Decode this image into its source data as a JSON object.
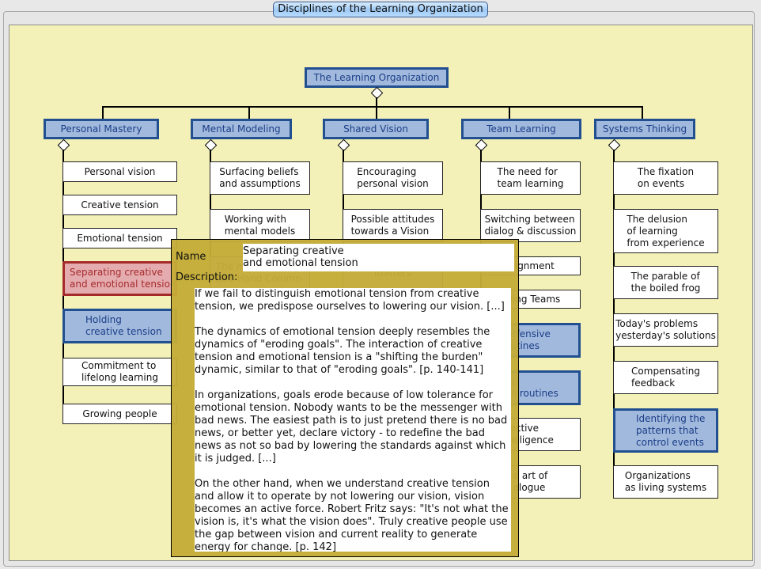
{
  "window": {
    "title": "Disciplines of the Learning Organization"
  },
  "root": {
    "label": "The Learning Organization"
  },
  "disciplines": [
    {
      "label": "Personal Mastery",
      "items": [
        {
          "label": "Personal vision",
          "state": "normal"
        },
        {
          "label": "Creative tension",
          "state": "normal"
        },
        {
          "label": "Emotional tension",
          "state": "normal"
        },
        {
          "label": "Separating creative\nand emotional tension",
          "state": "selected-red"
        },
        {
          "label": "Holding\ncreative tension",
          "state": "highlighted"
        },
        {
          "label": "Commitment to\nlifelong learning",
          "state": "normal"
        },
        {
          "label": "Growing people",
          "state": "normal"
        }
      ]
    },
    {
      "label": "Mental Modeling",
      "items": [
        {
          "label": "Surfacing beliefs\nand assumptions",
          "state": "normal"
        },
        {
          "label": "Working with\nmental models",
          "state": "normal"
        },
        {
          "label": "The method of the\nLeft-Hand Column",
          "state": "normal"
        }
      ]
    },
    {
      "label": "Shared Vision",
      "items": [
        {
          "label": "Encouraging\npersonal vision",
          "state": "normal"
        },
        {
          "label": "Possible attitudes\ntowards a Vision",
          "state": "normal"
        },
        {
          "label": "matters",
          "state": "normal"
        }
      ]
    },
    {
      "label": "Team Learning",
      "items": [
        {
          "label": "The need for\nteam learning",
          "state": "normal"
        },
        {
          "label": "Switching between\ndialog & discussion",
          "state": "normal"
        },
        {
          "label": "alignment",
          "state": "normal"
        },
        {
          "label": "nding Teams",
          "state": "normal"
        },
        {
          "label": "efensive\nutines",
          "state": "highlighted"
        },
        {
          "label": "ng\nive routines",
          "state": "highlighted"
        },
        {
          "label": "lective\ntelligence",
          "state": "normal"
        },
        {
          "label": "e art of\nalogue",
          "state": "normal"
        }
      ]
    },
    {
      "label": "Systems Thinking",
      "items": [
        {
          "label": "The fixation\non events",
          "state": "normal"
        },
        {
          "label": "The delusion\nof learning\nfrom experience",
          "state": "normal"
        },
        {
          "label": "The parable of\nthe boiled frog",
          "state": "normal"
        },
        {
          "label": "Today's problems\nyesterday's solutions",
          "state": "normal"
        },
        {
          "label": "Compensating\nfeedback",
          "state": "normal"
        },
        {
          "label": "Identifying the\npatterns that\ncontrol events",
          "state": "highlighted"
        },
        {
          "label": "Organizations\nas living systems",
          "state": "normal"
        }
      ]
    }
  ],
  "popup": {
    "name_label": "Name",
    "name_value": "Separating creative\nand emotional tension",
    "description_label": "Description:",
    "description": [
      "If we fail to distinguish emotional tension from creative tension, we predispose ourselves to lowering our vision. [...]",
      "The dynamics of emotional tension deeply resembles the dynamics of \"eroding goals\". The interaction of creative tension and emotional tension is a \"shifting the burden\" dynamic, similar to that of \"eroding goals\". [p. 140-141]",
      "In organizations, goals erode because of low tolerance for emotional tension. Nobody wants to be the messenger with bad news. The easiest path is to just pretend there is no bad news, or better yet, declare victory - to redefine the bad news as not so bad by lowering the standards against which it is judged. [...]",
      "On the other hand, when we understand creative tension and allow it to operate by not lowering our vision, vision becomes an active force. Robert Fritz says: \"It's not what the vision is, it's what the vision does\". Truly creative people use the gap between vision and current reality to generate energy for change. [p. 142]"
    ]
  },
  "colors": {
    "canvas": "#f3f1b8",
    "node_blue": "#a2b9de",
    "node_blue_border": "#214f8f",
    "selected_red": "#e5acb0",
    "popup": "#c4ac38"
  }
}
